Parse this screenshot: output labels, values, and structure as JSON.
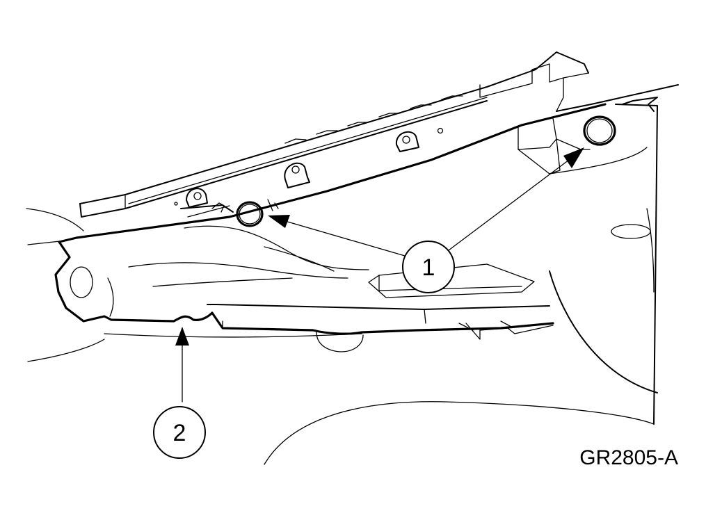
{
  "figure_id": "GR2805-A",
  "callouts": [
    {
      "label": "1"
    },
    {
      "label": "2"
    }
  ]
}
